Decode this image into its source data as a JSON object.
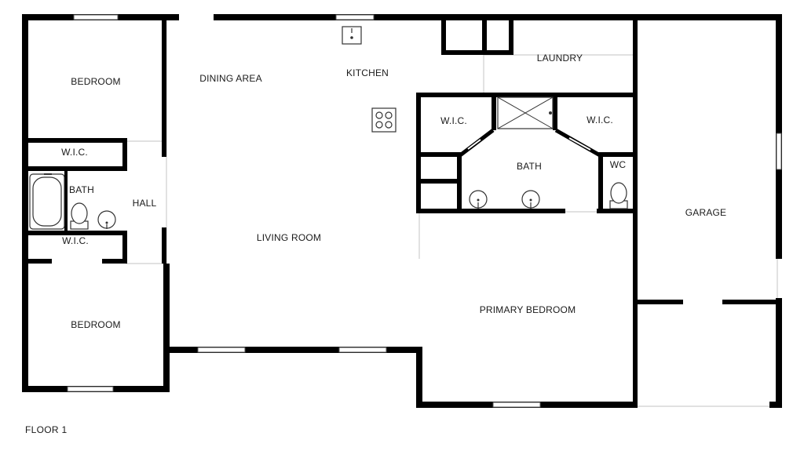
{
  "floor_label": "FLOOR 1",
  "rooms": {
    "bedroom_top": "BEDROOM",
    "dining_area": "DINING AREA",
    "kitchen": "KITCHEN",
    "laundry": "LAUNDRY",
    "wic_left_top": "W.I.C.",
    "bath_left": "BATH",
    "hall": "HALL",
    "wic_left_bottom": "W.I.C.",
    "bedroom_bottom": "BEDROOM",
    "living_room": "LIVING ROOM",
    "wic_primary_left": "W.I.C.",
    "wic_primary_right": "W.I.C.",
    "bath_primary": "BATH",
    "wc": "WC",
    "primary_bedroom": "PRIMARY BEDROOM",
    "garage": "GARAGE"
  }
}
